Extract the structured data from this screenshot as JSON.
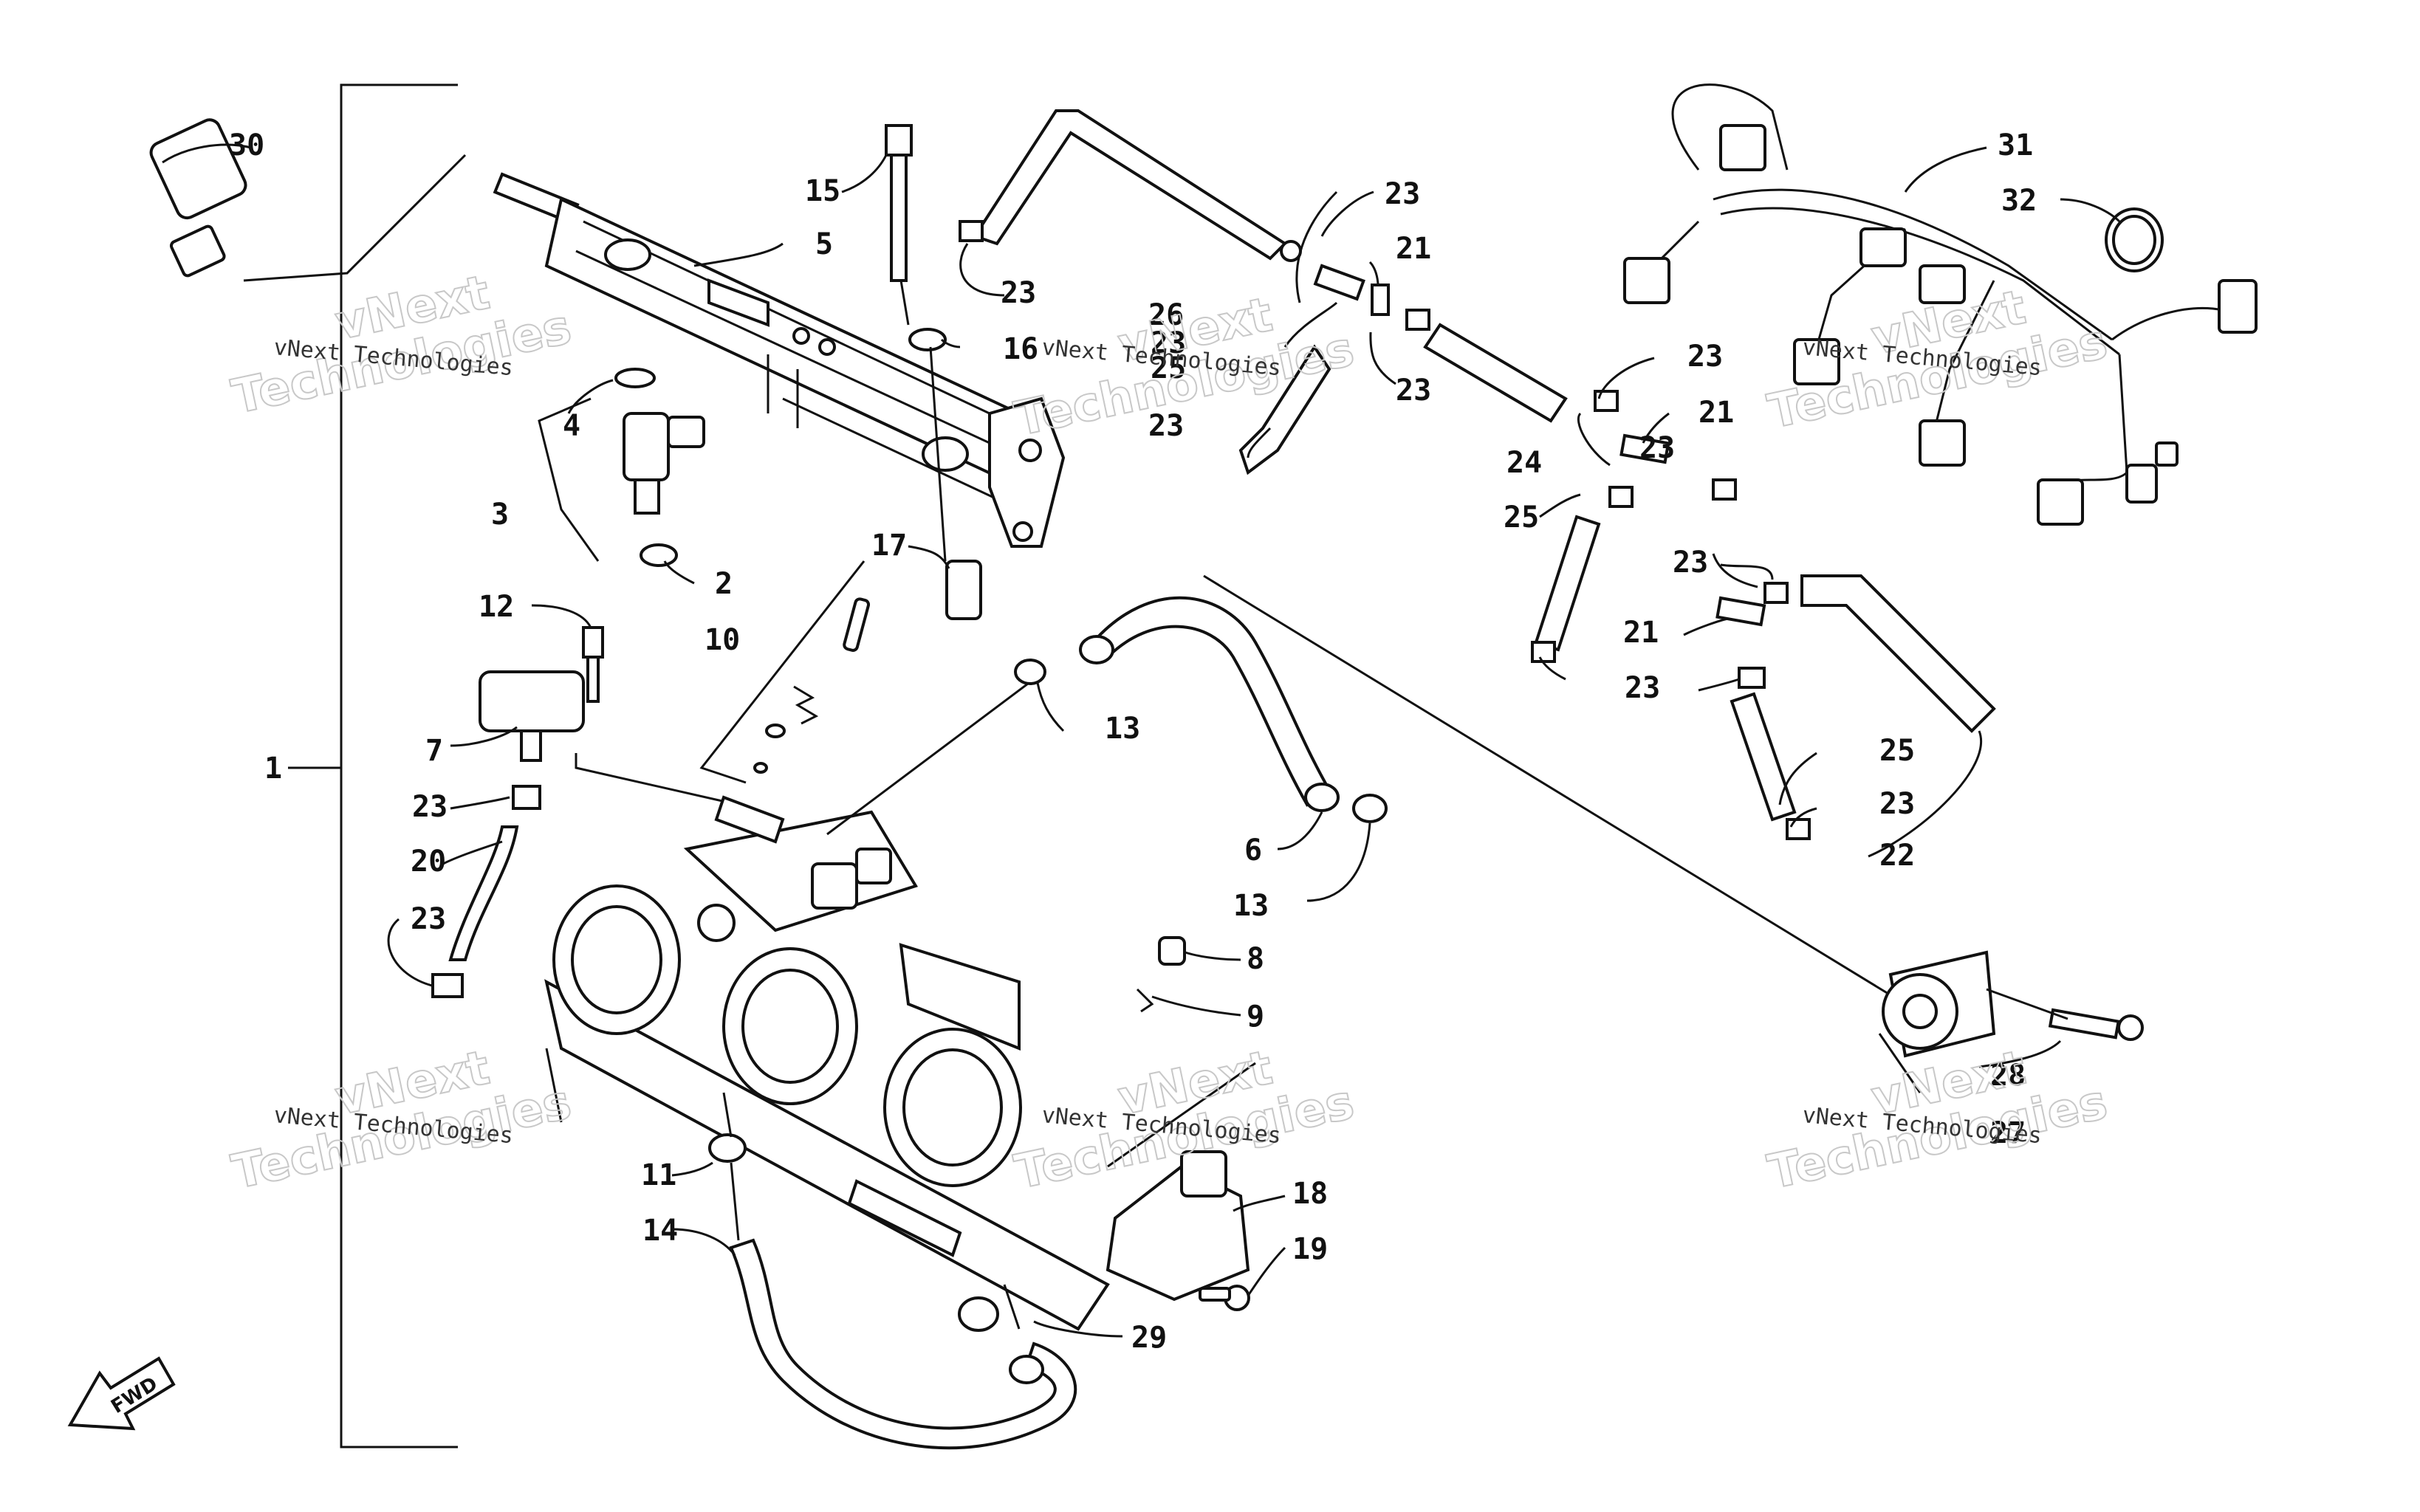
{
  "diagram": {
    "callouts": [
      {
        "id": "c1",
        "label": "1"
      },
      {
        "id": "c2",
        "label": "2"
      },
      {
        "id": "c3",
        "label": "3"
      },
      {
        "id": "c4",
        "label": "4"
      },
      {
        "id": "c5",
        "label": "5"
      },
      {
        "id": "c6",
        "label": "6"
      },
      {
        "id": "c7",
        "label": "7"
      },
      {
        "id": "c8",
        "label": "8"
      },
      {
        "id": "c9",
        "label": "9"
      },
      {
        "id": "c10",
        "label": "10"
      },
      {
        "id": "c11",
        "label": "11"
      },
      {
        "id": "c12",
        "label": "12"
      },
      {
        "id": "c13a",
        "label": "13"
      },
      {
        "id": "c13b",
        "label": "13"
      },
      {
        "id": "c14",
        "label": "14"
      },
      {
        "id": "c15",
        "label": "15"
      },
      {
        "id": "c16",
        "label": "16"
      },
      {
        "id": "c17",
        "label": "17"
      },
      {
        "id": "c18",
        "label": "18"
      },
      {
        "id": "c19",
        "label": "19"
      },
      {
        "id": "c20",
        "label": "20"
      },
      {
        "id": "c21a",
        "label": "21"
      },
      {
        "id": "c21b",
        "label": "21"
      },
      {
        "id": "c21c",
        "label": "21"
      },
      {
        "id": "c22",
        "label": "22"
      },
      {
        "id": "c23a",
        "label": "23"
      },
      {
        "id": "c23b",
        "label": "23"
      },
      {
        "id": "c23c",
        "label": "23"
      },
      {
        "id": "c23d",
        "label": "23"
      },
      {
        "id": "c23e",
        "label": "23"
      },
      {
        "id": "c23f",
        "label": "23"
      },
      {
        "id": "c23g",
        "label": "23"
      },
      {
        "id": "c23h",
        "label": "23"
      },
      {
        "id": "c23i",
        "label": "23"
      },
      {
        "id": "c23j",
        "label": "23"
      },
      {
        "id": "c23k",
        "label": "23"
      },
      {
        "id": "c23l",
        "label": "23"
      },
      {
        "id": "c24",
        "label": "24"
      },
      {
        "id": "c25a",
        "label": "25"
      },
      {
        "id": "c25b",
        "label": "25"
      },
      {
        "id": "c25c",
        "label": "25"
      },
      {
        "id": "c26",
        "label": "26"
      },
      {
        "id": "c27",
        "label": "27"
      },
      {
        "id": "c28",
        "label": "28"
      },
      {
        "id": "c29",
        "label": "29"
      },
      {
        "id": "c30",
        "label": "30"
      },
      {
        "id": "c31",
        "label": "31"
      },
      {
        "id": "c32",
        "label": "32"
      }
    ],
    "fwd_label": "FWD"
  },
  "watermark": {
    "small": "vNext Technologies",
    "big_line1": "vNext",
    "big_line2": "Technologies"
  }
}
